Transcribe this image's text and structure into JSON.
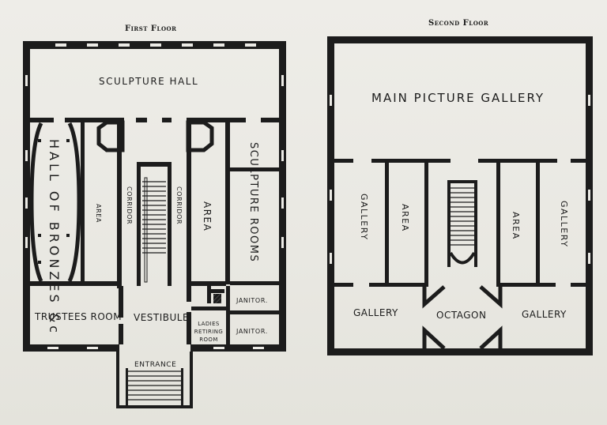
{
  "first_floor": {
    "title": "First Floor",
    "labels": {
      "sculpture_hall": "SCULPTURE HALL",
      "hall_of_bronzes": "HALL OF BRONZES &c",
      "area_left": "AREA",
      "corridor_left": "CORRIDOR",
      "corridor_right": "CORRIDOR",
      "area_right": "AREA",
      "sculpture_rooms": "SCULPTURE ROOMS",
      "trustees_room": "TRUSTEES ROOM",
      "vestibule": "VESTIBULE",
      "ladies_retiring_room": "LADIES RETIRING ROOM",
      "janitor_upper": "JANITOR.",
      "janitor_lower": "JANITOR.",
      "entrance": "ENTRANCE"
    }
  },
  "second_floor": {
    "title": "Second Floor",
    "labels": {
      "main_picture_gallery": "MAIN PICTURE GALLERY",
      "gallery_left": "GALLERY",
      "area_left": "AREA",
      "area_right": "AREA",
      "gallery_right": "GALLERY",
      "gallery_bottom_left": "GALLERY",
      "octagon": "OCTAGON",
      "gallery_bottom_right": "GALLERY"
    }
  },
  "colors": {
    "ink": "#1c1c1c",
    "paper": "#ecebe6"
  }
}
